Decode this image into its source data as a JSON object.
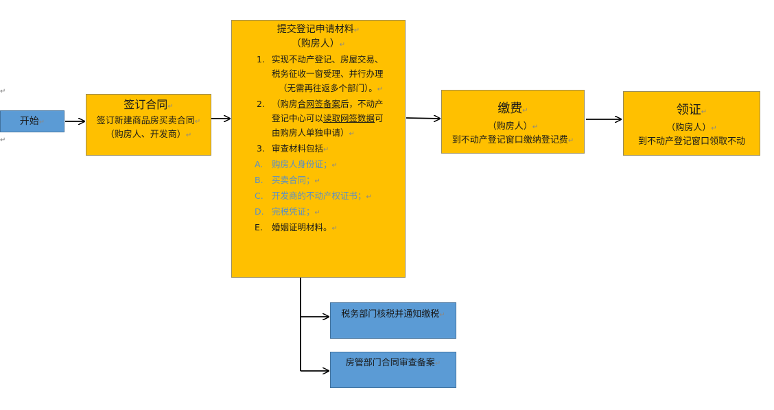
{
  "start": {
    "label": "开始"
  },
  "contract": {
    "title": "签订合同",
    "line1": "签订新建商品房买卖合同",
    "line2": "（购房人、开发商）"
  },
  "submit": {
    "title": "提交登记申请材料",
    "subtitle": "（购房人）",
    "items": [
      {
        "num": "1.",
        "lines": [
          "实现不动产登记、房屋交易、",
          "税务征收一窗受理、并行办理"
        ],
        "tail": "（无需再往返多个部门）。"
      },
      {
        "num": "2.",
        "parts": {
          "p1": "（购房",
          "p2": "合网签备案",
          "p3": "后，不动产",
          "p4": "登记中心可以",
          "p5": "读取网签数据",
          "p6": "可"
        },
        "tail": "由购房人单独申请）"
      },
      {
        "num": "3.",
        "text": "审查材料包括"
      }
    ],
    "materials": [
      {
        "num": "A.",
        "text": "购房人身份证；"
      },
      {
        "num": "B.",
        "text": "买卖合同；"
      },
      {
        "num": "C.",
        "text": "开发商的不动产权证书；"
      },
      {
        "num": "D.",
        "text": "完税凭证；"
      },
      {
        "num": "E.",
        "text": "婚姻证明材料。"
      }
    ]
  },
  "fee": {
    "title": "缴费",
    "line1": "（购房人）",
    "line2": "到不动产登记窗口缴纳登记费"
  },
  "cert": {
    "title": "领证",
    "line1": "（购房人）",
    "line2": "到不动产登记窗口领取不动"
  },
  "tax": {
    "label": "税务部门核税并通知缴税"
  },
  "housing": {
    "label": "房管部门合同审查备案"
  },
  "marks": {
    "para": "↵"
  },
  "colors": {
    "yellow_box": "#ffc000",
    "blue_box": "#5b9bd5",
    "material_text": "#5a8fc7",
    "arrow": "#000000"
  }
}
